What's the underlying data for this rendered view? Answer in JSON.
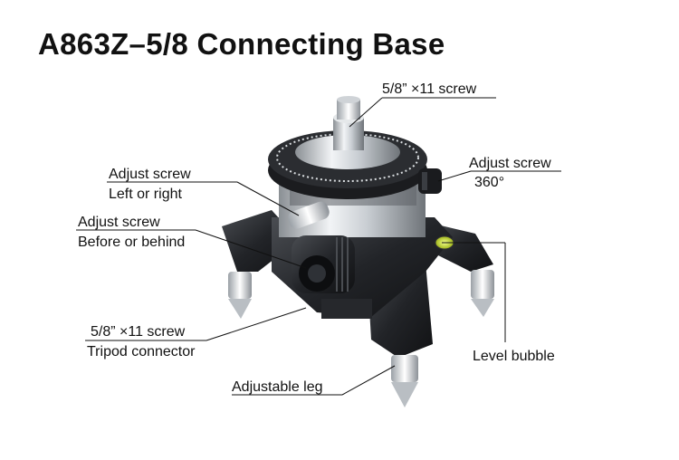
{
  "title": "A863Z–5/8 Connecting Base",
  "labels": {
    "top_screw": "5/8”  ×11 screw",
    "adjust_rotate_1": "Adjust screw",
    "adjust_rotate_2": "360°",
    "adjust_lr_1": "Adjust screw",
    "adjust_lr_2": "Left or right",
    "adjust_fb_1": "Adjust screw",
    "adjust_fb_2": "Before or behind",
    "tripod_1": "5/8”  ×11 screw",
    "tripod_2": "Tripod connector",
    "level": "Level bubble",
    "leg": "Adjustable leg"
  }
}
